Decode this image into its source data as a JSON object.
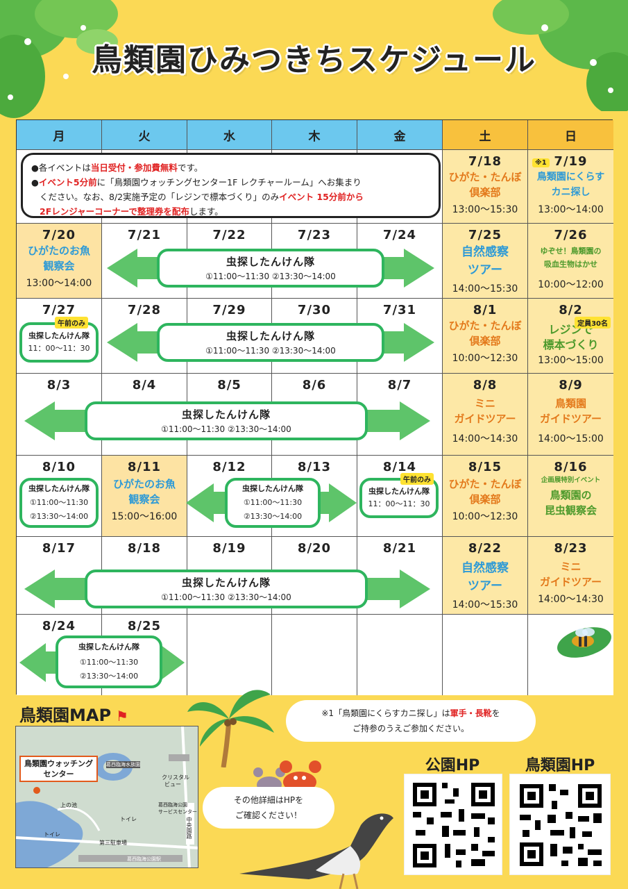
{
  "title": "鳥類園ひみつきちスケジュール",
  "weekdays": [
    "月",
    "火",
    "水",
    "木",
    "金",
    "土",
    "日"
  ],
  "notice": {
    "line1_a": "●各イベントは",
    "line1_red": "当日受付・参加費無料",
    "line1_b": "です。",
    "line2_a": "●",
    "line2_red": "イベント5分前",
    "line2_b": "に「鳥類園ウォッチングセンター1F レクチャールーム」へお集まり",
    "line3_a": "ください。なお、8/2実施予定の「レジンで標本づくり」のみ",
    "line3_red": "イベント 15分前から",
    "line4_red": "2Fレンジャーコーナーで整理券を配布",
    "line4_b": "します。"
  },
  "rows": {
    "r1": {
      "sat": {
        "date": "7/18",
        "ev1": "ひがた・たんぼ",
        "ev2": "倶楽部",
        "time": "13:00〜15:30"
      },
      "sun": {
        "date": "7/19",
        "note": "※1",
        "ev1": "鳥類園にくらす",
        "ev2": "カニ探し",
        "time": "13:00〜14:00"
      }
    },
    "r2": {
      "mon": {
        "date": "7/20",
        "ev1": "ひがたのお魚",
        "ev2": "観察会",
        "time": "13:00〜14:00"
      },
      "tue": "7/21",
      "wed": "7/22",
      "thu": "7/23",
      "fri": "7/24",
      "sat": {
        "date": "7/25",
        "ev1": "自然感察",
        "ev2": "ツアー",
        "time": "14:00〜15:30"
      },
      "sun": {
        "date": "7/26",
        "ev1": "ゆぞせ！鳥類園の",
        "ev2": "吸血生物はかせ",
        "time": "10:00〜12:00"
      },
      "pill": {
        "title": "虫探したんけん隊",
        "sub": "①11:00〜11:30 ②13:30〜14:00"
      }
    },
    "r3": {
      "mon": {
        "date": "7/27",
        "badge": "午前のみ",
        "pt": "虫探したんけん隊",
        "ps": "11：00〜11：30"
      },
      "tue": "7/28",
      "wed": "7/29",
      "thu": "7/30",
      "fri": "7/31",
      "sat": {
        "date": "8/1",
        "ev1": "ひがた・たんぼ",
        "ev2": "倶楽部",
        "time": "10:00〜12:30"
      },
      "sun": {
        "date": "8/2",
        "badge": "定員30名",
        "ev1": "レジンで",
        "ev2": "標本づくり",
        "time": "13:00〜15:00"
      },
      "pill": {
        "title": "虫探したんけん隊",
        "sub": "①11:00〜11:30 ②13:30〜14:00"
      }
    },
    "r4": {
      "mon": "8/3",
      "tue": "8/4",
      "wed": "8/5",
      "thu": "8/6",
      "fri": "8/7",
      "sat": {
        "date": "8/8",
        "ev1": "ミニ",
        "ev2": "ガイドツアー",
        "time": "14:00〜14:30"
      },
      "sun": {
        "date": "8/9",
        "ev1": "鳥類園",
        "ev2": "ガイドツアー",
        "time": "14:00〜15:00"
      },
      "pill": {
        "title": "虫探したんけん隊",
        "sub": "①11:00〜11:30 ②13:30〜14:00"
      }
    },
    "r5": {
      "mon": {
        "date": "8/10",
        "pt": "虫探したんけん隊",
        "ps1": "①11:00〜11:30",
        "ps2": "②13:30〜14:00"
      },
      "tue": {
        "date": "8/11",
        "ev1": "ひがたのお魚",
        "ev2": "観察会",
        "time": "15:00〜16:00"
      },
      "wed": "8/12",
      "thu": "8/13",
      "pill": {
        "title": "虫探したんけん隊",
        "sub1": "①11:00〜11:30",
        "sub2": "②13:30〜14:00"
      },
      "fri": {
        "date": "8/14",
        "badge": "午前のみ",
        "pt": "虫探したんけん隊",
        "ps": "11：00〜11：30"
      },
      "sat": {
        "date": "8/15",
        "ev1": "ひがた・たんぼ",
        "ev2": "倶楽部",
        "time": "10:00〜12:30"
      },
      "sun": {
        "date": "8/16",
        "ev0": "企画展特別イベント",
        "ev1": "鳥類園の",
        "ev2": "昆虫観察会"
      }
    },
    "r6": {
      "mon": "8/17",
      "tue": "8/18",
      "wed": "8/19",
      "thu": "8/20",
      "fri": "8/21",
      "sat": {
        "date": "8/22",
        "ev1": "自然感察",
        "ev2": "ツアー",
        "time": "14:00〜15:30"
      },
      "sun": {
        "date": "8/23",
        "ev1": "ミニ",
        "ev2": "ガイドツアー",
        "time": "14:00〜14:30"
      },
      "pill": {
        "title": "虫探したんけん隊",
        "sub": "①11:00〜11:30 ②13:30〜14:00"
      }
    },
    "r7": {
      "mon": "8/24",
      "tue": "8/25",
      "pill": {
        "title": "虫探したんけん隊",
        "sub1": "①11:00〜11:30",
        "sub2": "②13:30〜14:00"
      }
    }
  },
  "map": {
    "title": "鳥類園MAP",
    "center_label1": "鳥類園ウォッチング",
    "center_label2": "センター",
    "labels": [
      "クリスタル",
      "ビュー",
      "葛西臨海水族園",
      "上の池",
      "トイレ",
      "葛西臨海公園",
      "サービスセンター",
      "中央園路",
      "トイレ",
      "第三駐車場",
      "葛西臨海公園駅"
    ]
  },
  "bubble_note": {
    "a": "※1「鳥類園にくらすカニ探し」は",
    "red": "軍手・長靴",
    "b": "を",
    "c": "ご持参のうえご参加ください。"
  },
  "bubble_hp": {
    "a": "その他詳細はHPを",
    "b": "ご確認ください！"
  },
  "qr": {
    "park": "公園HP",
    "bird": "鳥類園HP"
  },
  "colors": {
    "bg": "#fbd955",
    "weekday_header": "#6cc8ee",
    "weekend_header": "#f8c13d",
    "weekend_cell": "#fde8a6",
    "green": "#2eb55e",
    "red": "#e02222"
  }
}
